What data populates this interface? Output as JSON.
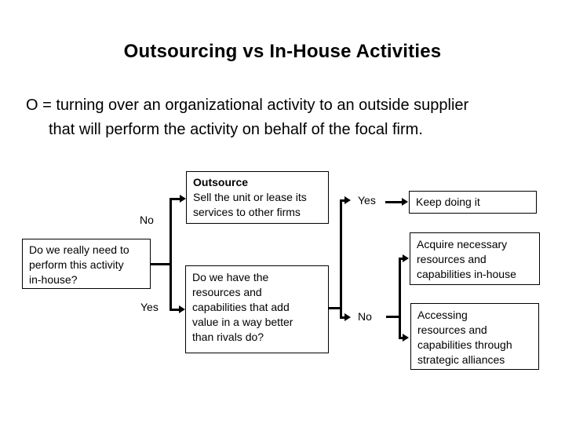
{
  "slide": {
    "title": "Outsourcing vs In-House Activities",
    "definition": {
      "line1": "O = turning over an organizational activity to an outside supplier",
      "line2": "that will perform the activity on behalf of the focal firm."
    }
  },
  "flowchart": {
    "question_need": "Do we really need to\nperform this activity\nin-house?",
    "branch_need": {
      "no": "No",
      "yes": "Yes"
    },
    "outsource": {
      "title": "Outsource",
      "body": "Sell the unit or lease its\nservices to other firms"
    },
    "question_resources": "Do we have the\nresources and\ncapabilities that add\nvalue in a way better\nthan rivals do?",
    "branch_resources": {
      "yes": "Yes",
      "no": "No"
    },
    "keep_doing": "Keep doing it",
    "acquire": "Acquire necessary\nresources and\ncapabilities in-house",
    "alliances": "Accessing\nresources and\ncapabilities through\nstrategic alliances"
  },
  "colors": {
    "background": "#ffffff",
    "text": "#000000",
    "line": "#000000",
    "box_border": "#000000"
  }
}
